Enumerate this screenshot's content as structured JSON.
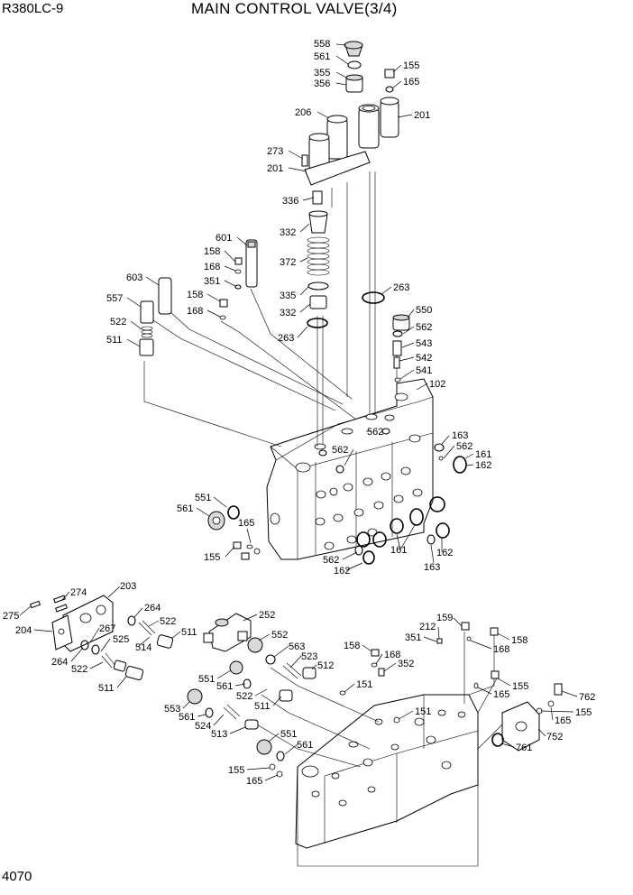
{
  "header": {
    "model": "R380LC-9",
    "title": "MAIN CONTROL VALVE(3/4)",
    "page_number": "4070"
  },
  "callouts": {
    "c558": "558",
    "c561a": "561",
    "c355": "355",
    "c356": "356",
    "c155a": "155",
    "c165a": "165",
    "c206": "206",
    "c201a": "201",
    "c273": "273",
    "c201b": "201",
    "c336": "336",
    "c332a": "332",
    "c601": "601",
    "c158a": "158",
    "c168a": "168",
    "c372": "372",
    "c351a": "351",
    "c603": "603",
    "c263a": "263",
    "c557": "557",
    "c158b": "158",
    "c335": "335",
    "c168b": "168",
    "c332b": "332",
    "c550": "550",
    "c522a": "522",
    "c263b": "263",
    "c562a": "562",
    "c543": "543",
    "c511a": "511",
    "c542": "542",
    "c541": "541",
    "c102": "102",
    "c562b": "562",
    "c163a": "163",
    "c562c": "562",
    "c562d": "562",
    "c161a": "161",
    "c162a": "162",
    "c551a": "551",
    "c561b": "561",
    "c165b": "165",
    "c155b": "155",
    "c562e": "562",
    "c161b": "161",
    "c162b": "162",
    "c162c": "162",
    "c163b": "163",
    "c203": "203",
    "c274": "274",
    "c275": "275",
    "c264a": "264",
    "c252": "252",
    "c204": "204",
    "c267": "267",
    "c522b": "522",
    "c525": "525",
    "c511b": "511",
    "c514": "514",
    "c264b": "264",
    "c522c": "522",
    "c511c": "511",
    "c552": "552",
    "c563": "563",
    "c523": "523",
    "c512": "512",
    "c551b": "551",
    "c561c": "561",
    "c522d": "522",
    "c511d": "511",
    "c553": "553",
    "c561d": "561",
    "c524": "524",
    "c513": "513",
    "c551c": "551",
    "c561e": "561",
    "c155c": "155",
    "c165c": "165",
    "c159": "159",
    "c212": "212",
    "c351b": "351",
    "c158c": "158",
    "c158d": "158",
    "c168c": "168",
    "c168d": "168",
    "c352": "352",
    "c151a": "151",
    "c151b": "151",
    "c155d": "155",
    "c165d": "165",
    "c762": "762",
    "c165e": "165",
    "c155e": "155",
    "c752": "752",
    "c761": "761"
  }
}
